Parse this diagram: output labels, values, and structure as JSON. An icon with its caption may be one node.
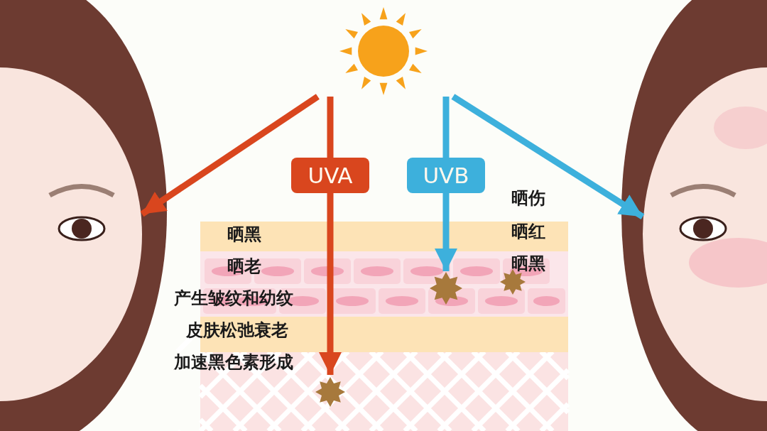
{
  "diagram": {
    "nodes": [
      {
        "text": [],
        "shape": "picture"
      },
      {
        "text": [],
        "shape": "person"
      },
      {
        "text": [],
        "shape": "star"
      },
      {
        "text": [],
        "shape": "star"
      },
      {
        "text": [],
        "shape": "person"
      }
    ],
    "edges": [
      {
        "from": 0,
        "to": 1,
        "arrow": "to",
        "color": "#d9461e"
      },
      {
        "from": 0,
        "to": 2,
        "arrow": "to",
        "label": "UVA",
        "color": "#d9461e"
      },
      {
        "from": 0,
        "to": 3,
        "arrow": "to",
        "label": "UVB",
        "color": "#3db0dc"
      },
      {
        "from": 0,
        "to": 4,
        "arrow": "to",
        "color": "#3db0dc"
      }
    ],
    "labels": [
      "晒黑",
      "晒老",
      "产生皱纹和幼纹",
      "皮肤松弛衰老",
      "加速黑色素形成",
      "晒伤",
      "晒红",
      "晒黑"
    ]
  }
}
